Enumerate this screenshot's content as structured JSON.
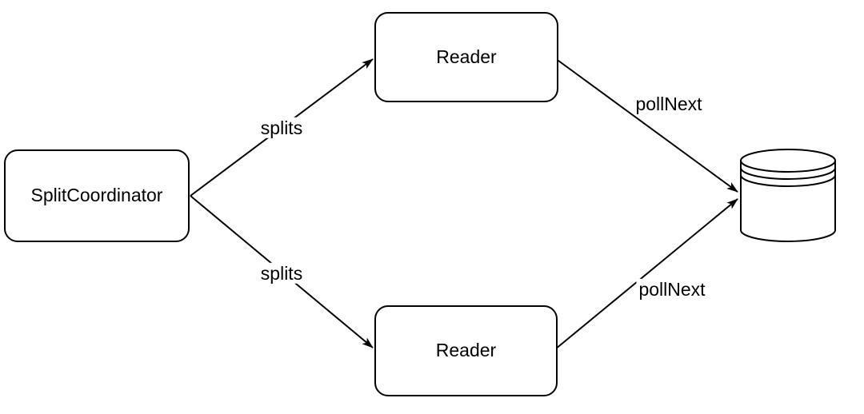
{
  "diagram": {
    "nodes": {
      "split_coordinator": {
        "label": "SplitCoordinator",
        "shape": "rounded-rectangle"
      },
      "reader_top": {
        "label": "Reader",
        "shape": "rounded-rectangle"
      },
      "reader_bottom": {
        "label": "Reader",
        "shape": "rounded-rectangle"
      },
      "database": {
        "label": "",
        "shape": "database-cylinder"
      }
    },
    "edges": {
      "splits_top": {
        "from": "split_coordinator",
        "to": "reader_top",
        "label": "splits"
      },
      "splits_bottom": {
        "from": "split_coordinator",
        "to": "reader_bottom",
        "label": "splits"
      },
      "pollnext_top": {
        "from": "reader_top",
        "to": "database",
        "label": "pollNext"
      },
      "pollnext_bottom": {
        "from": "reader_bottom",
        "to": "database",
        "label": "pollNext"
      }
    },
    "colors": {
      "background": "#ffffff",
      "stroke": "#000000",
      "node_fill": "#ffffff",
      "text": "#000000"
    }
  }
}
